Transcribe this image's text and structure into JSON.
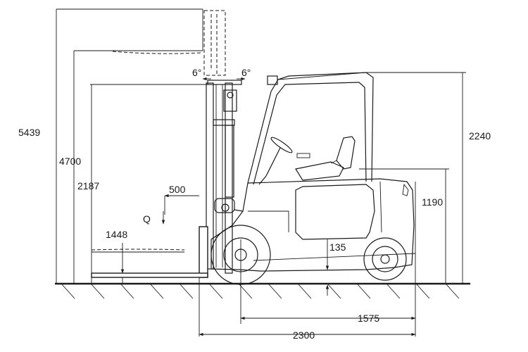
{
  "diagram": {
    "dimensions": {
      "overall_lift_height": "5439",
      "max_fork_height": "4700",
      "mast_lowered_height": "2187",
      "free_lift": "1448",
      "load_centre": "500",
      "load_symbol": "Q",
      "tilt_forward": "6°",
      "tilt_backward": "6°",
      "overhead_guard_height": "2240",
      "seat_height": "1190",
      "ground_clearance": "135",
      "wheelbase": "1575",
      "length_to_fork_face": "2300"
    }
  }
}
